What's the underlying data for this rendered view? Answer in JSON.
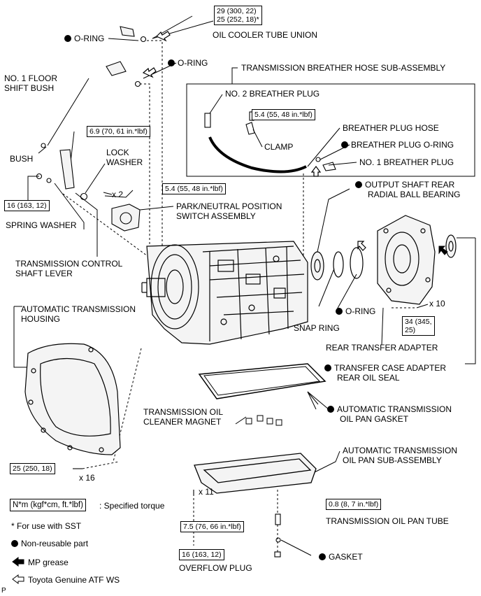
{
  "torques": {
    "oil_cooler_union_a": "29 (300, 22)",
    "oil_cooler_union_b": "25 (252, 18)*",
    "breather_plug": "5.4 (55, 48 in.*lbf)",
    "lever_nut": "6.9 (70, 61 in.*lbf)",
    "switch_bolt": "5.4 (55, 48 in.*lbf)",
    "spring_washer_nut": "16 (163, 12)",
    "adapter_bolt_a": "34 (345,",
    "adapter_bolt_b": "25)",
    "housing_bolt": "25 (250, 18)",
    "pan_bolt": "7.5 (76, 66 in.*lbf)",
    "pan_tube": "0.8 (8, 7 in.*lbf)",
    "overflow_plug": "16 (163, 12)"
  },
  "quantities": {
    "switch_bolts": "x 2",
    "adapter_bolts": "x 10",
    "housing_bolts": "x 16",
    "pan_bolts": "x 11"
  },
  "labels": {
    "oring_1": "O-RING",
    "oring_2": "O-RING",
    "oil_cooler_tube_union": "OIL COOLER TUBE UNION",
    "no1_floor_shift_bush_1": "NO. 1 FLOOR",
    "no1_floor_shift_bush_2": "SHIFT BUSH",
    "breather_hose_assy": "TRANSMISSION BREATHER HOSE SUB-ASSEMBLY",
    "no2_breather_plug": "NO. 2 BREATHER PLUG",
    "breather_plug_hose": "BREATHER PLUG HOSE",
    "clamp": "CLAMP",
    "breather_plug_oring": "BREATHER PLUG O-RING",
    "no1_breather_plug": "NO. 1 BREATHER PLUG",
    "lock_washer_1": "LOCK",
    "lock_washer_2": "WASHER",
    "bush": "BUSH",
    "spring_washer": "SPRING WASHER",
    "park_neutral_switch_1": "PARK/NEUTRAL POSITION",
    "park_neutral_switch_2": "SWITCH ASSEMBLY",
    "output_bearing_1": "OUTPUT SHAFT REAR",
    "output_bearing_2": "RADIAL BALL BEARING",
    "control_lever_1": "TRANSMISSION CONTROL",
    "control_lever_2": "SHAFT LEVER",
    "at_housing_1": "AUTOMATIC TRANSMISSION",
    "at_housing_2": "HOUSING",
    "oring_3": "O-RING",
    "snap_ring": "SNAP RING",
    "rear_transfer_adapter": "REAR TRANSFER ADAPTER",
    "transfer_oil_seal_1": "TRANSFER CASE ADAPTER",
    "transfer_oil_seal_2": "REAR OIL SEAL",
    "oil_cleaner_magnet_1": "TRANSMISSION OIL",
    "oil_cleaner_magnet_2": "CLEANER MAGNET",
    "pan_gasket_1": "AUTOMATIC TRANSMISSION",
    "pan_gasket_2": "OIL PAN GASKET",
    "oil_pan_1": "AUTOMATIC TRANSMISSION",
    "oil_pan_2": "OIL PAN SUB-ASSEMBLY",
    "oil_pan_tube": "TRANSMISSION OIL PAN TUBE",
    "gasket": "GASKET",
    "overflow_plug": "OVERFLOW PLUG"
  },
  "legend": {
    "torque_unit": "N*m (kgf*cm, ft.*lbf)",
    "torque_desc": ": Specified torque",
    "sst_note": "* For use with SST",
    "non_reusable": "Non-reusable part",
    "mp_grease": "MP grease",
    "atf": "Toyota Genuine ATF WS"
  },
  "page_marker": "P"
}
